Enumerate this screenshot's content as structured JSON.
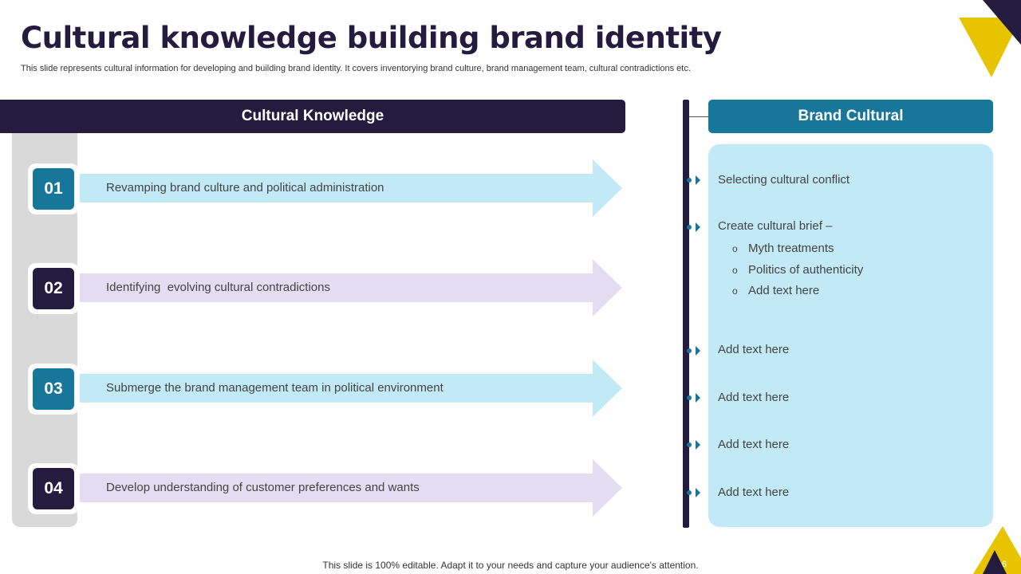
{
  "slide": {
    "title": "Cultural knowledge building brand identity",
    "subtitle": "This slide represents cultural information for developing and building brand identity. It covers inventorying brand culture, brand management team, cultural contradictions etc.",
    "footer": "This slide is 100% editable. Adapt it to your needs and capture your audience's attention.",
    "page_number": "6"
  },
  "colors": {
    "navy": "#231c3f",
    "teal": "#16779a",
    "light_blue": "#c2e9f6",
    "lavender": "#e3ddf2",
    "yellow": "#e8c300",
    "gray_rail": "#d9d9d9"
  },
  "left": {
    "header": "Cultural Knowledge",
    "steps": [
      {
        "number": "01",
        "text": "Revamping brand culture and political administration"
      },
      {
        "number": "02",
        "text": "Identifying  evolving cultural contradictions"
      },
      {
        "number": "03",
        "text": "Submerge the brand management team in political environment"
      },
      {
        "number": "04",
        "text": "Develop understanding of customer preferences and wants"
      }
    ]
  },
  "right": {
    "header": "Brand Cultural",
    "items": [
      {
        "text": "Selecting cultural conflict"
      },
      {
        "text": "Create cultural brief –"
      },
      {
        "text": "Add text here"
      },
      {
        "text": "Add text here"
      },
      {
        "text": "Add text here"
      },
      {
        "text": "Add text here"
      }
    ],
    "sub_marker": "o",
    "sub_items": [
      {
        "text": "Myth treatments"
      },
      {
        "text": "Politics of authenticity"
      },
      {
        "text": "Add text here"
      }
    ]
  }
}
